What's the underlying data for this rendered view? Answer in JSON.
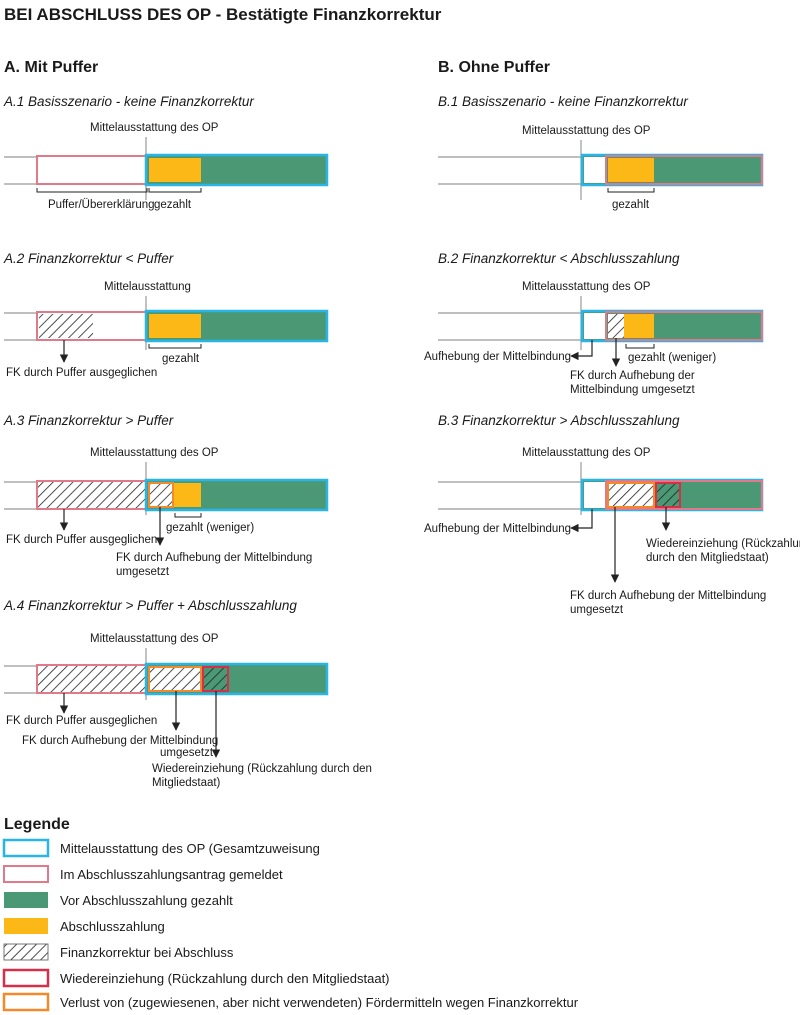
{
  "title": "BEI ABSCHLUSS DES OP - Bestätigte Finanzkorrektur",
  "colors": {
    "blue": "#29b5e8",
    "pink": "#e07a8a",
    "green": "#4a9874",
    "yellow": "#fbb816",
    "red": "#d5304a",
    "orange": "#f28a2c",
    "line": "#999999"
  },
  "sections": {
    "a": {
      "title": "A. Mit Puffer",
      "s1": {
        "title": "A.1 Basisszenario - keine Finanzkorrektur",
        "header": "Mittelausstattung des OP",
        "labels": [
          "Puffer/Übererklärung",
          "gezahlt"
        ]
      },
      "s2": {
        "title": "A.2 Finanzkorrektur < Puffer",
        "header": "Mittelausstattung",
        "labels": [
          "gezahlt",
          "FK durch Puffer ausgeglichen"
        ]
      },
      "s3": {
        "title": "A.3 Finanzkorrektur > Puffer",
        "header": "Mittelausstattung des OP",
        "labels": [
          "gezahlt (weniger)",
          "FK durch Puffer ausgeglichen",
          "FK durch Aufhebung der Mittelbindung",
          "umgesetzt"
        ]
      },
      "s4": {
        "title": "A.4 Finanzkorrektur > Puffer + Abschlusszahlung",
        "header": "Mittelausstattung des OP",
        "labels": [
          "FK durch Puffer ausgeglichen",
          "FK durch Aufhebung der Mittelbindung",
          "umgesetzt",
          "Wiedereinziehung (Rückzahlung durch den",
          "Mitgliedstaat)"
        ]
      }
    },
    "b": {
      "title": "B. Ohne Puffer",
      "s1": {
        "title": "B.1 Basisszenario - keine Finanzkorrektur",
        "header": "Mittelausstattung des OP",
        "labels": [
          "gezahlt"
        ]
      },
      "s2": {
        "title": "B.2 Finanzkorrektur < Abschlusszahlung",
        "header": "Mittelausstattung des OP",
        "labels": [
          "gezahlt (weniger)",
          "Aufhebung der Mittelbindung",
          "FK durch Aufhebung der",
          "Mittelbindung umgesetzt"
        ]
      },
      "s3": {
        "title": "B.3 Finanzkorrektur > Abschlusszahlung",
        "header": "Mittelausstattung des OP",
        "labels": [
          "Aufhebung der Mittelbindung",
          "Wiedereinziehung (Rückzahlung",
          "durch den Mitgliedstaat)",
          "FK durch Aufhebung der Mittelbindung",
          "umgesetzt"
        ]
      }
    }
  },
  "legend": {
    "title": "Legende",
    "items": [
      "Mittelausstattung des OP (Gesamtzuweisung",
      "Im Abschlusszahlungsantrag gemeldet",
      "Vor Abschlusszahlung gezahlt",
      "Abschlusszahlung",
      "Finanzkorrektur bei Abschluss",
      "Wiedereinziehung (Rückzahlung durch den Mitgliedstaat)",
      "Verlust von (zugewiesenen, aber nicht verwendeten) Fördermitteln wegen Finanzkorrektur"
    ]
  }
}
